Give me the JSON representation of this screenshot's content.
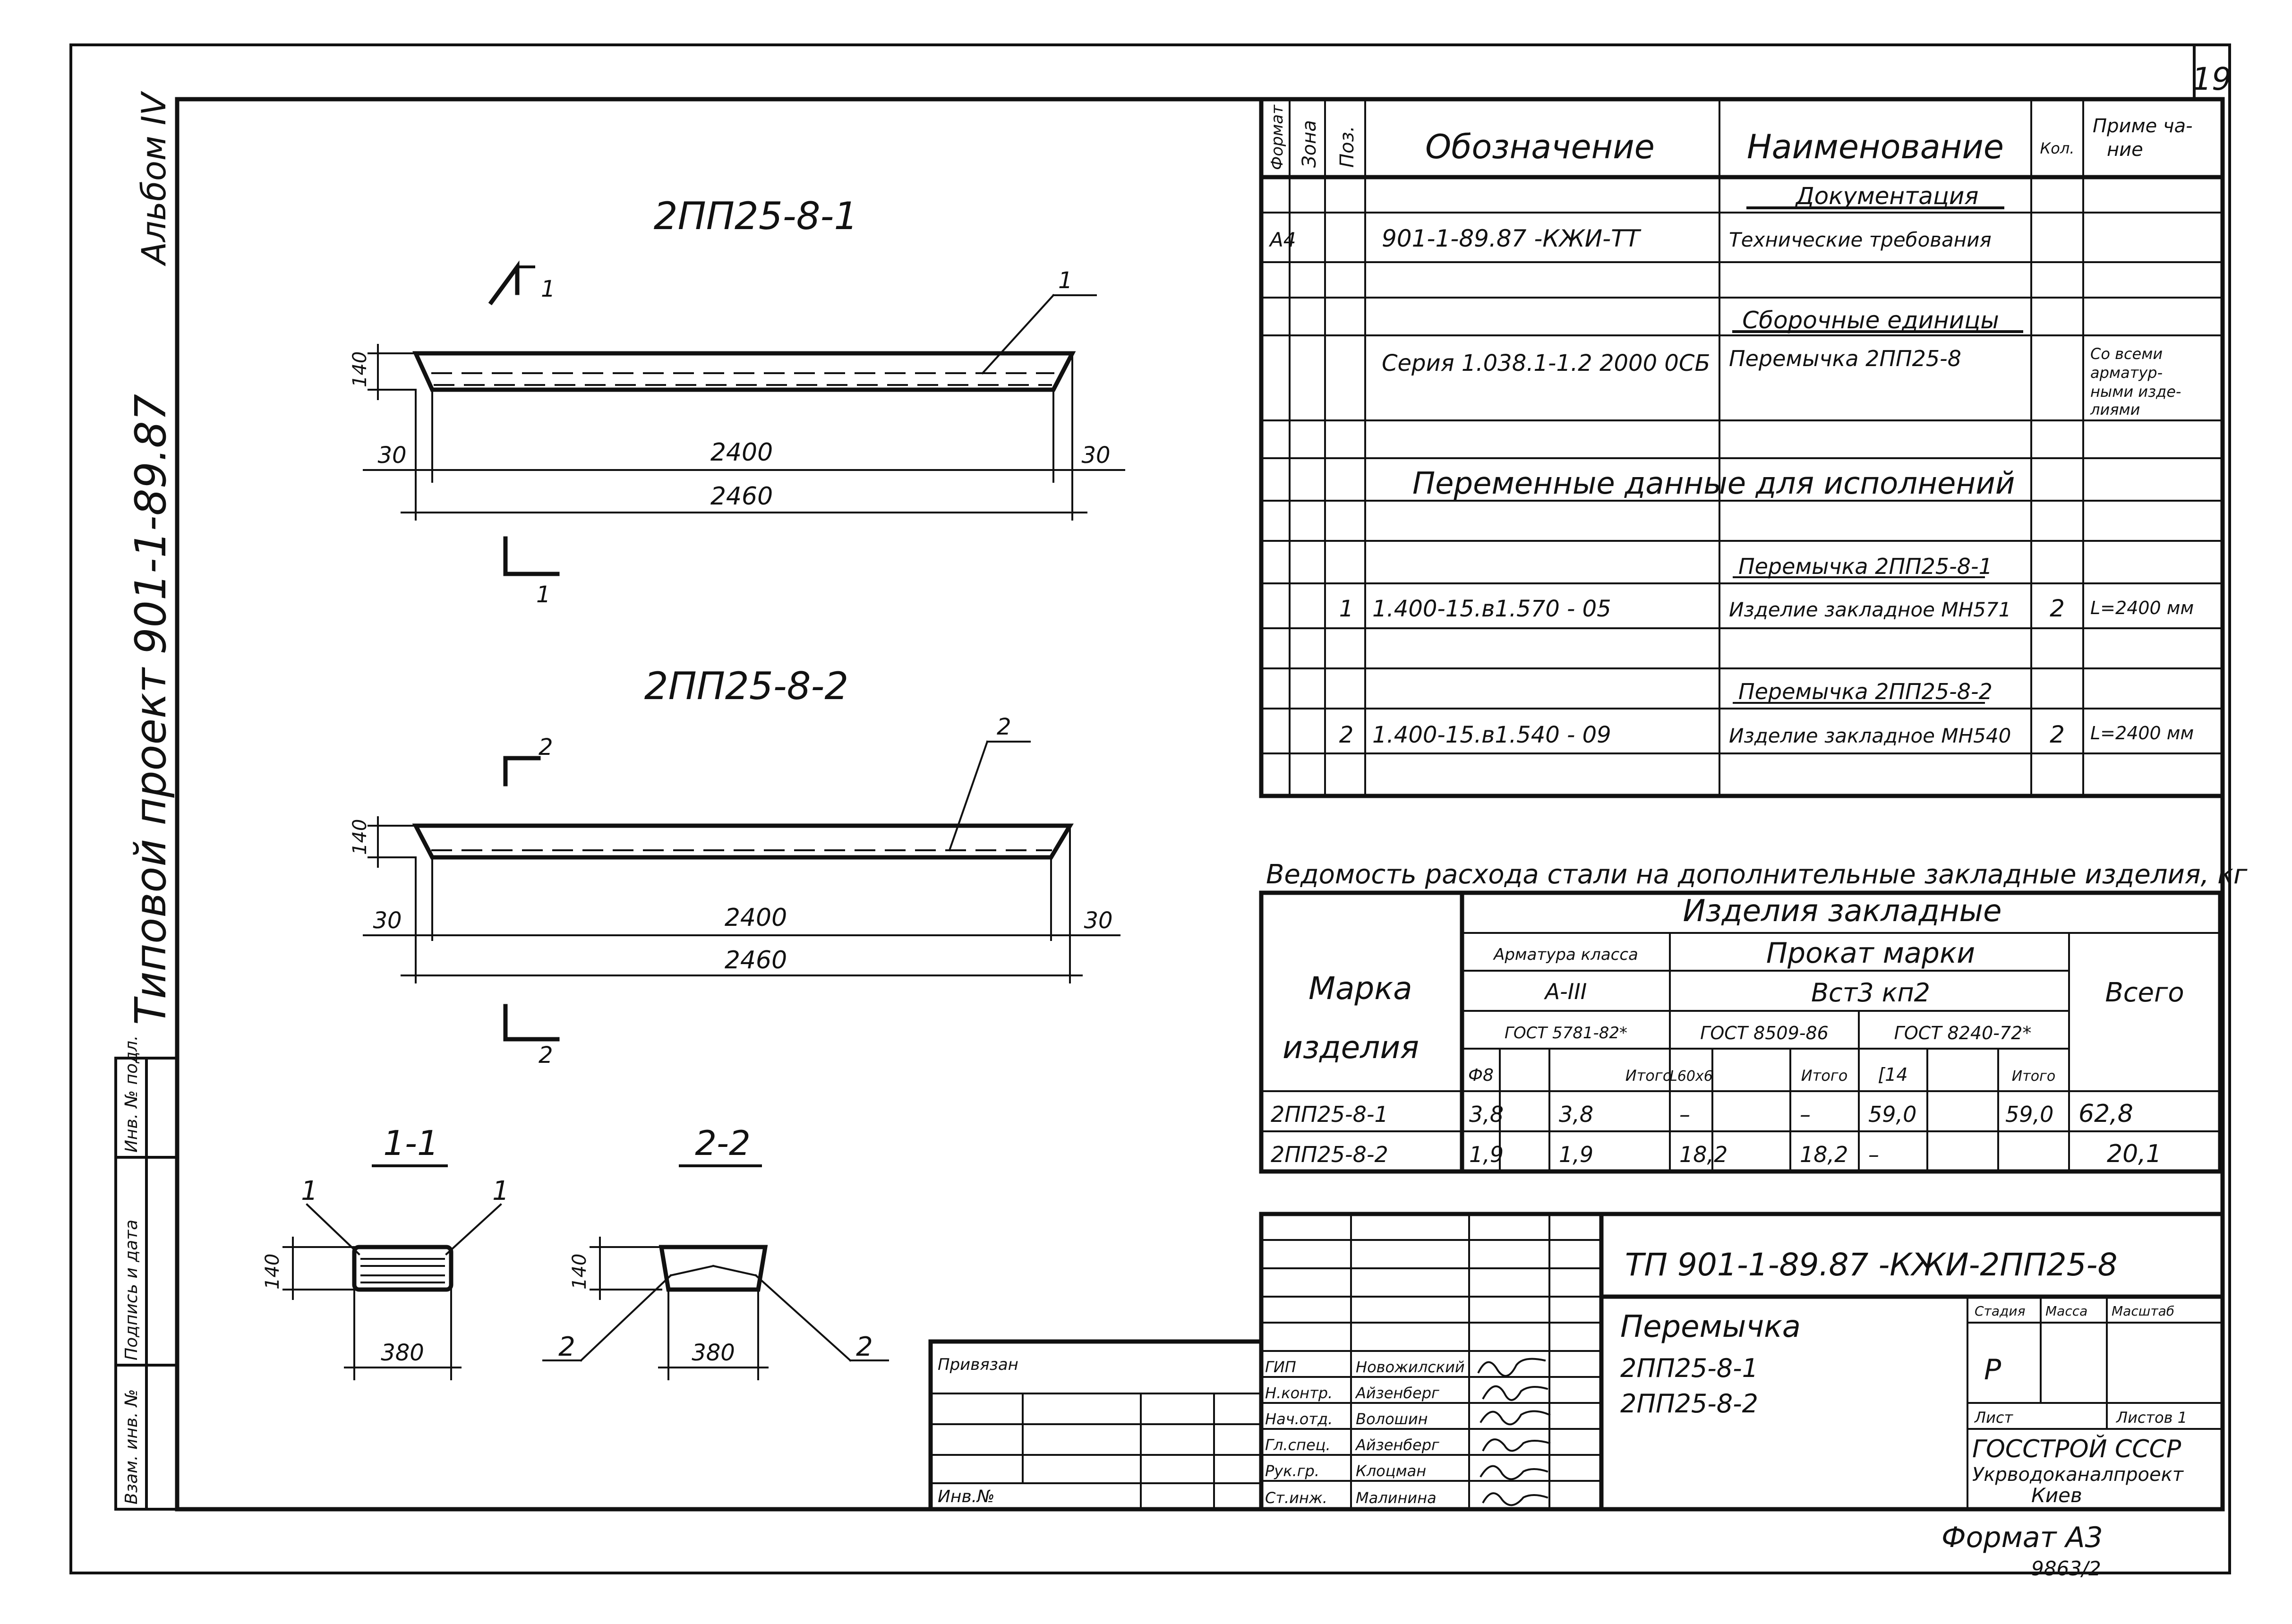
{
  "sheet": {
    "number": "19"
  },
  "margin": {
    "project": "Типовой проект 901-1-89.87",
    "album": "Альбом IV",
    "stamp": [
      "Инв. № подл.",
      "Подпись и дата",
      "Взам. инв. №"
    ]
  },
  "drawings": [
    {
      "title": "2ПП25-8-1",
      "section_mark": "1",
      "leader": "1",
      "height": "140",
      "dim_edge": "30",
      "dim_inner": "2400",
      "dim_total": "2460"
    },
    {
      "title": "2ПП25-8-2",
      "section_mark": "2",
      "leader": "2",
      "height": "140",
      "dim_edge": "30",
      "dim_inner": "2400",
      "dim_total": "2460"
    }
  ],
  "sections": [
    {
      "title": "1-1",
      "leader": "1",
      "height": "140",
      "width": "380"
    },
    {
      "title": "2-2",
      "leader": "2",
      "height": "140",
      "width": "380"
    }
  ],
  "spec": {
    "headers": [
      "Формат",
      "Зона",
      "Поз.",
      "Обозначение",
      "Наименование",
      "Кол.",
      "Приме ча-",
      "ние"
    ],
    "documentation_heading": "Документация",
    "assembly_heading": "Сборочные единицы",
    "variable_heading": "Переменные данные для исполнений",
    "sub_headings": [
      "Перемычка 2ПП25-8-1",
      "Перемычка 2ПП25-8-2"
    ],
    "rows": [
      {
        "format": "А4",
        "designation": "901-1-89.87 -КЖИ-ТТ",
        "name": "Технические требования"
      },
      {
        "designation": "Серия 1.038.1-1.2 2000 0СБ",
        "name": "Перемычка 2ПП25-8",
        "note": [
          "Со всеми",
          "арматур-",
          "ными изде-",
          "лиями"
        ]
      },
      {
        "position": "1",
        "designation": "1.400-15.в1.570 - 05",
        "name": "Изделие закладное МН571",
        "qty": "2",
        "note": "L=2400 мм"
      },
      {
        "position": "2",
        "designation": "1.400-15.в1.540 - 09",
        "name": "Изделие закладное МН540",
        "qty": "2",
        "note": "L=2400 мм"
      }
    ]
  },
  "steel": {
    "title": "Ведомость расхода стали на дополнительные закладные изделия, кг",
    "group_header": "Изделия закладные",
    "mark_header": [
      "Марка",
      "изделия"
    ],
    "rebar": {
      "label": "Арматура класса",
      "class": "А-III",
      "standard": "ГОСТ 5781-82*"
    },
    "rolled": {
      "label": "Прокат марки",
      "grade": "Вст3 кп2",
      "standard_a": "ГОСТ 8509-86",
      "standard_b": "ГОСТ 8240-72*"
    },
    "total_header": "Всего",
    "subheaders": [
      "Ф8",
      "Итого",
      "L60x6",
      "Итого",
      "[14",
      "Итого"
    ],
    "rows": [
      [
        "2ПП25-8-1",
        "3,8",
        "3,8",
        "–",
        "–",
        "59,0",
        "59,0",
        "62,8"
      ],
      [
        "2ПП25-8-2",
        "1,9",
        "1,9",
        "18,2",
        "18,2",
        "–",
        "",
        "20,1"
      ]
    ]
  },
  "title_block": {
    "attached": "Привязан",
    "inventory": "Инв.№",
    "people": [
      {
        "role": "ГИП",
        "name": "Новожилский"
      },
      {
        "role": "Н.контр.",
        "name": "Айзенберг"
      },
      {
        "role": "Нач.отд.",
        "name": "Волошин"
      },
      {
        "role": "Гл.спец.",
        "name": "Айзенберг"
      },
      {
        "role": "Рук.гр.",
        "name": "Клоцман"
      },
      {
        "role": "Ст.инж.",
        "name": "Малинина"
      }
    ],
    "code": "ТП 901-1-89.87 -КЖИ-2ПП25-8",
    "product": "Перемычка",
    "marks": [
      "2ПП25-8-1",
      "2ПП25-8-2"
    ],
    "stage_label": "Стадия",
    "mass_label": "Масса",
    "scale_label": "Масштаб",
    "stage": "Р",
    "sheet_label": "Лист",
    "sheets_label": "Листов 1",
    "org": [
      "ГОССТРОЙ СССР",
      "Укрводоканалпроект",
      "Киев"
    ]
  },
  "footer": {
    "format": "Формат А3",
    "archive": "9863/2"
  }
}
